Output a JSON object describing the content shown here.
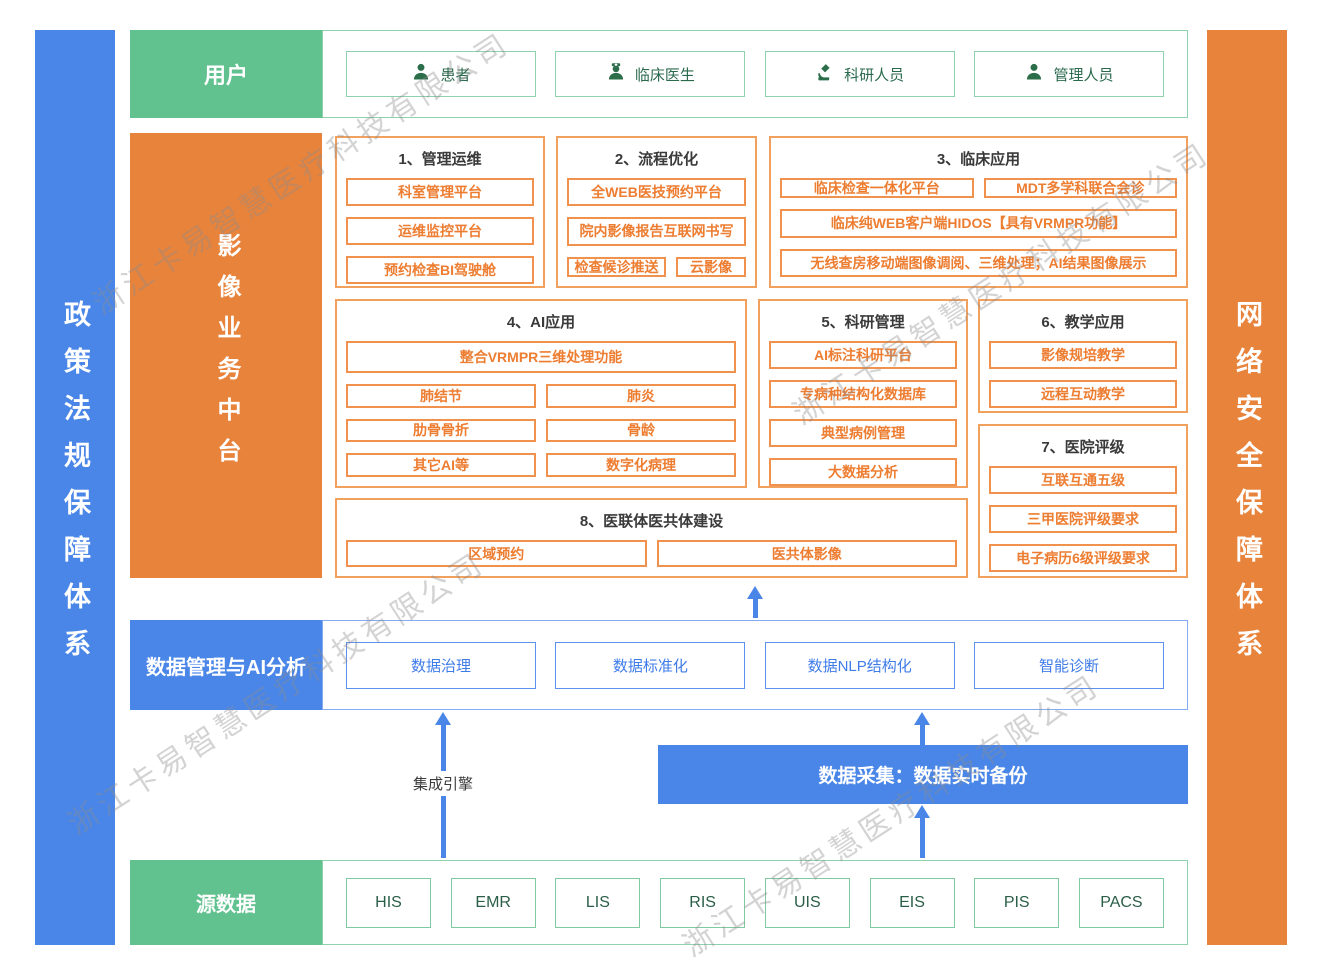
{
  "watermark": {
    "text": "浙江卡易智慧医疗科技有限公司"
  },
  "colors": {
    "blue": "#4a86e8",
    "green": "#62c28f",
    "orange": "#e8833c",
    "orange_text": "#ed7d31"
  },
  "left_bar": {
    "label": "政策法规保障体系"
  },
  "right_bar": {
    "label": "网络安全保障体系"
  },
  "users": {
    "label": "用户",
    "items": [
      {
        "icon": "patient-icon",
        "label": "患者"
      },
      {
        "icon": "doctor-icon",
        "label": "临床医生"
      },
      {
        "icon": "microscope-icon",
        "label": "科研人员"
      },
      {
        "icon": "admin-icon",
        "label": "管理人员"
      }
    ]
  },
  "platform": {
    "label": "影像业务中台",
    "groups": [
      {
        "title": "1、管理运维",
        "items": [
          "科室管理平台",
          "运维监控平台",
          "预约检查BI驾驶舱"
        ]
      },
      {
        "title": "2、流程优化",
        "items": [
          "全WEB医技预约平台",
          "院内影像报告互联网书写"
        ],
        "pair": [
          "检查候诊推送",
          "云影像"
        ]
      },
      {
        "title": "3、临床应用",
        "pair": [
          "临床检查一体化平台",
          "MDT多学科联合会诊"
        ],
        "items": [
          "临床纯WEB客户端HIDOS【具有VRMPR功能】",
          "无线查房移动端图像调阅、三维处理；AI结果图像展示"
        ]
      },
      {
        "title": "4、AI应用",
        "full": "整合VRMPR三维处理功能",
        "pairs": [
          [
            "肺结节",
            "肺炎"
          ],
          [
            "肋骨骨折",
            "骨龄"
          ],
          [
            "其它AI等",
            "数字化病理"
          ]
        ]
      },
      {
        "title": "5、科研管理",
        "items": [
          "AI标注科研平台",
          "专病种结构化数据库",
          "典型病例管理",
          "大数据分析"
        ]
      },
      {
        "title": "6、教学应用",
        "items": [
          "影像规培教学",
          "远程互动教学"
        ]
      },
      {
        "title": "7、医院评级",
        "items": [
          "互联互通五级",
          "三甲医院评级要求",
          "电子病历6级评级要求"
        ]
      },
      {
        "title": "8、医联体医共体建设",
        "pair": [
          "区域预约",
          "医共体影像"
        ]
      }
    ]
  },
  "data_mgmt": {
    "label": "数据管理与AI分析",
    "items": [
      "数据治理",
      "数据标准化",
      "数据NLP结构化",
      "智能诊断"
    ]
  },
  "flow": {
    "engine_label": "集成引擎",
    "collection_label": "数据采集：数据实时备份"
  },
  "source": {
    "label": "源数据",
    "items": [
      "HIS",
      "EMR",
      "LIS",
      "RIS",
      "UIS",
      "EIS",
      "PIS",
      "PACS"
    ]
  }
}
